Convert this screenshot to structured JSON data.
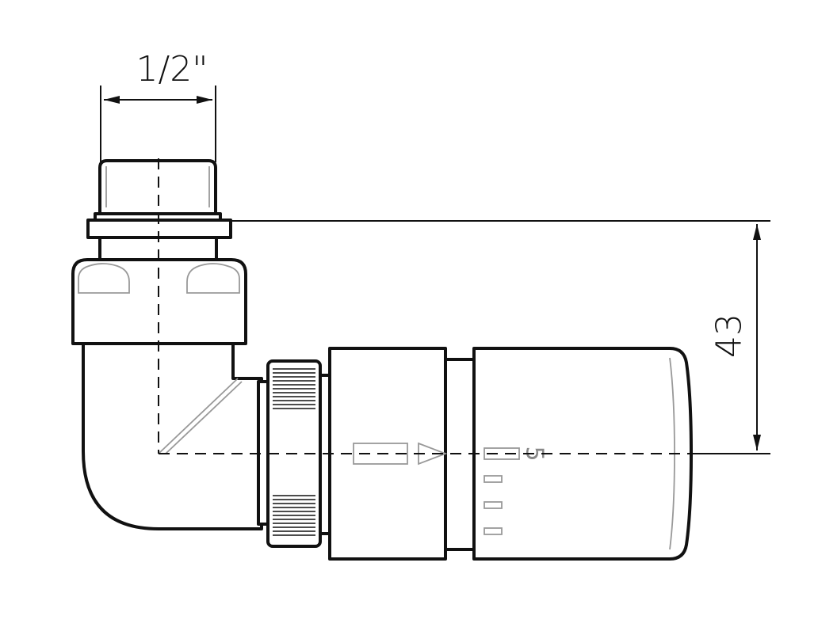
{
  "diagram": {
    "dimensions": {
      "thread_size": "1/2\"",
      "height": "43"
    },
    "scale_marking": "5"
  }
}
